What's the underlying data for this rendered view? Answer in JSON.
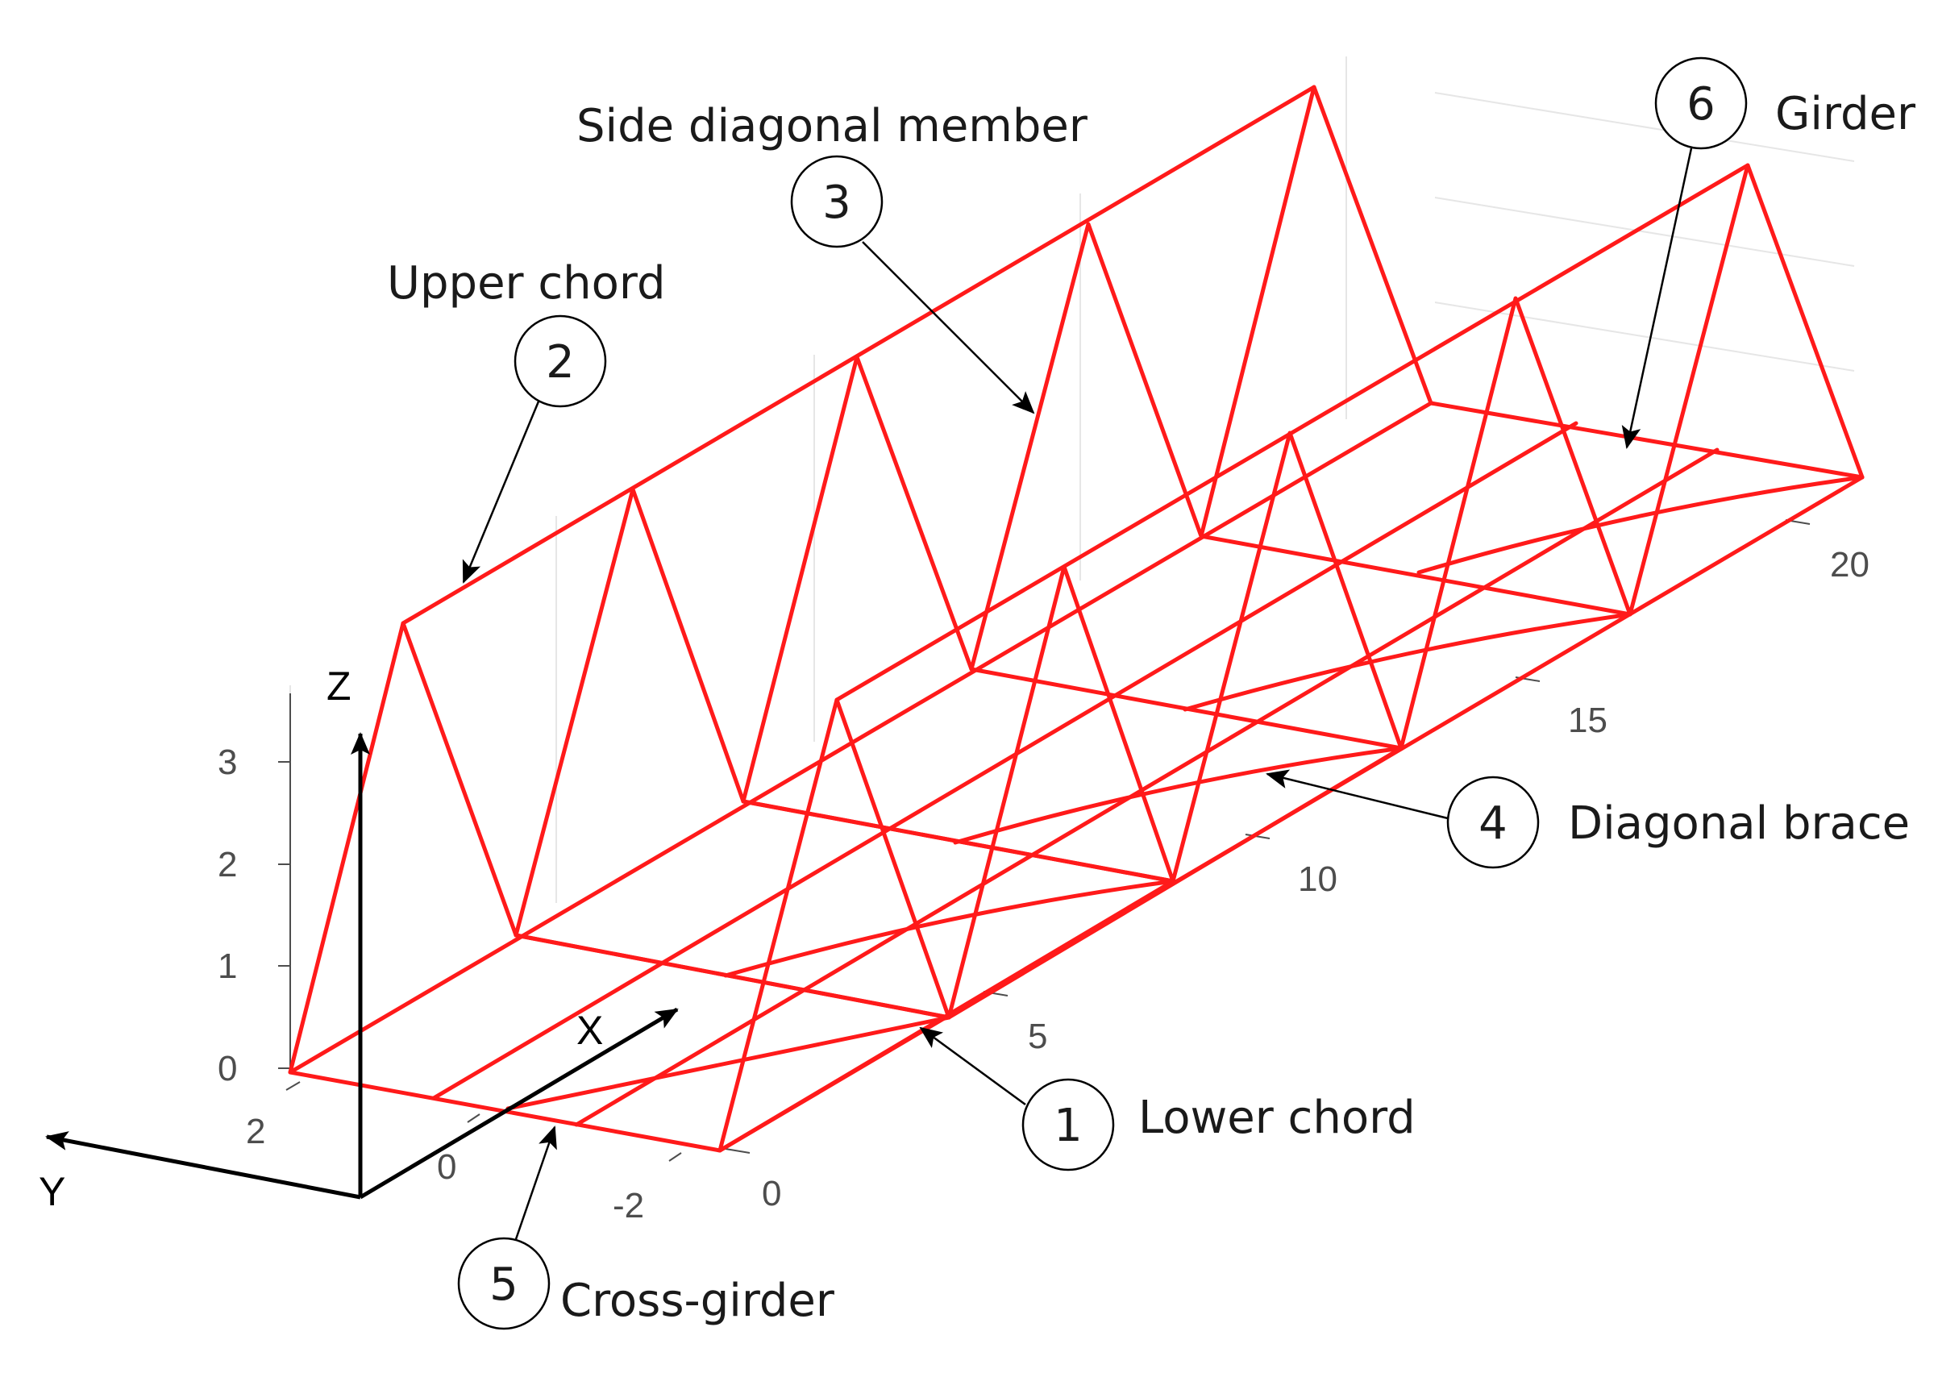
{
  "colors": {
    "truss": "#ff1a1a",
    "grid": "#e6e6e6",
    "tick": "#4d4d4d",
    "ink": "#000000"
  },
  "axes": {
    "x_name": "X",
    "y_name": "Y",
    "z_name": "Z",
    "z_ticks": [
      "0",
      "1",
      "2",
      "3"
    ],
    "x_ticks": [
      "0",
      "5",
      "10",
      "15",
      "20"
    ],
    "y_ticks": [
      "2",
      "0",
      "-2"
    ]
  },
  "callouts": [
    {
      "number": "1",
      "label": "Lower chord"
    },
    {
      "number": "2",
      "label": "Upper chord"
    },
    {
      "number": "3",
      "label": "Side diagonal member"
    },
    {
      "number": "4",
      "label": "Diagonal brace"
    },
    {
      "number": "5",
      "label": "Cross-girder"
    },
    {
      "number": "6",
      "label": "Girder"
    }
  ]
}
